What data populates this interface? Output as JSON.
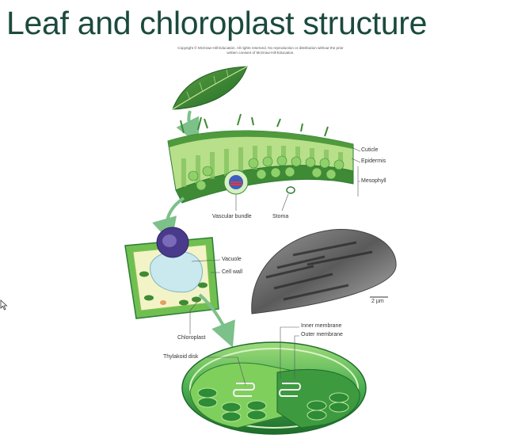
{
  "slide": {
    "title": "Leaf and chloroplast structure",
    "copyright": "Copyright © McGraw-Hill Education. All rights reserved. No reproduction or distribution without the prior written consent of McGraw-Hill Education."
  },
  "labels": {
    "cuticle": "Cuticle",
    "epidermis": "Epidermis",
    "mesophyll": "Mesophyll",
    "vascular_bundle": "Vascular bundle",
    "stoma": "Stoma",
    "vacuole": "Vacuole",
    "cell_wall": "Cell wall",
    "chloroplast": "Chloroplast",
    "scale_bar": "2 µm",
    "inner_membrane": "Inner membrane",
    "outer_membrane": "Outer membrane",
    "thylakoid_disk": "Thylakoid disk"
  },
  "colors": {
    "title": "#1b4a3c",
    "leaf_dark": "#2e7d32",
    "leaf_light": "#8bc34a",
    "arrow": "#7cc08a",
    "micrograph": "#6e6e6e"
  }
}
